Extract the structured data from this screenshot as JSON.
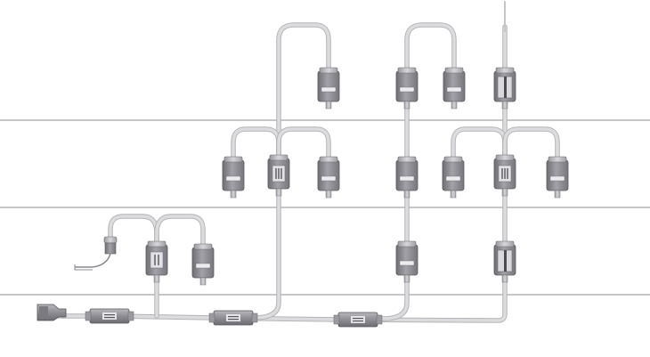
{
  "diagram": {
    "floors": 4,
    "connector_types": [
      {
        "type": "coupler",
        "symbol": "=",
        "count": 3
      },
      {
        "type": "tee-splitter",
        "symbol": "III",
        "count": 2
      },
      {
        "type": "two-way-splitter",
        "symbol": "II",
        "count": 1
      },
      {
        "type": "outlet-module",
        "count": 9
      },
      {
        "type": "terminated-outlet",
        "count": 2
      },
      {
        "type": "wall-plug",
        "count": 1
      },
      {
        "type": "antenna-connector",
        "count": 1
      }
    ]
  },
  "colors": {
    "background": "#ffffff",
    "floor_line": "#8c8c8c",
    "cable": "#d4d4d4",
    "cable_edge": "#b0b0b0",
    "device_body": "#8a8a8f",
    "device_top": "#c0c0c4",
    "device_label": "#eaeaea"
  }
}
